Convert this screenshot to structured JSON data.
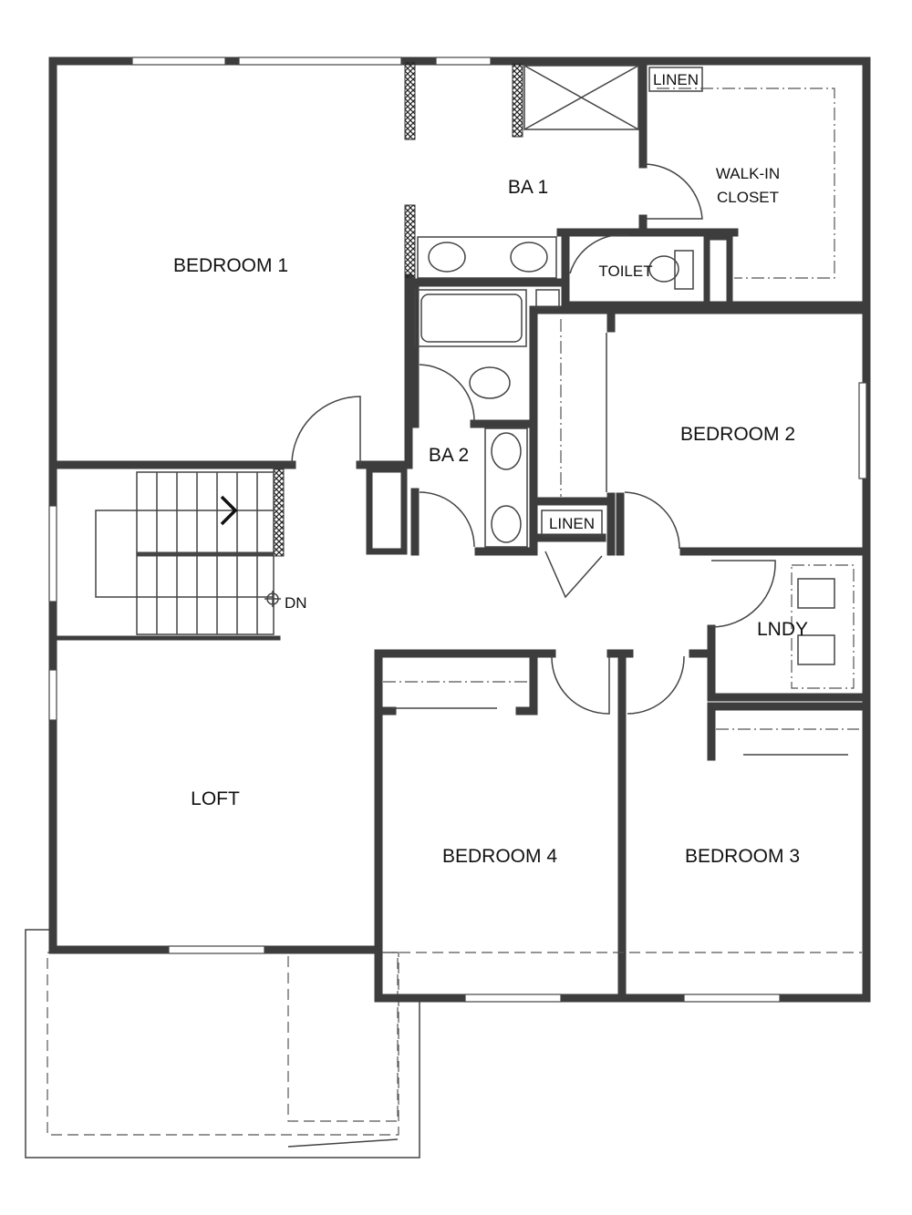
{
  "plan": {
    "rooms": {
      "bedroom1": "BEDROOM 1",
      "ba1": "BA 1",
      "walkin_line1": "WALK-IN",
      "walkin_line2": "CLOSET",
      "linen1": "LINEN",
      "toilet": "TOILET",
      "ba2": "BA 2",
      "linen2": "LINEN",
      "bedroom2": "BEDROOM 2",
      "lndy": "LNDY",
      "loft": "LOFT",
      "bedroom4": "BEDROOM 4",
      "bedroom3": "BEDROOM 3",
      "stair_dn": "DN"
    },
    "colors": {
      "wall": "#3d3d3d",
      "background": "#ffffff"
    }
  }
}
